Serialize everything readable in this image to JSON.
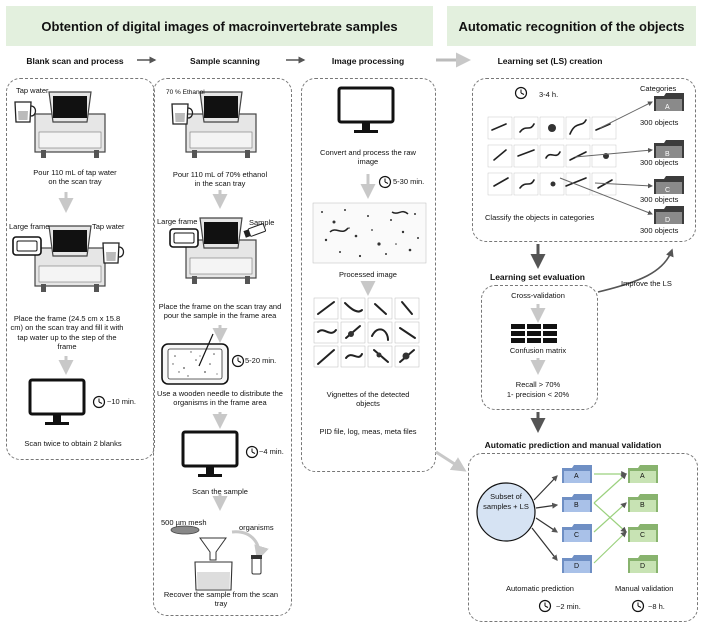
{
  "headers": {
    "left": "Obtention of digital images of macroinvertebrate samples",
    "right": "Automatic recognition of the objects"
  },
  "sections": {
    "blank": "Blank scan and process",
    "sample": "Sample scanning",
    "image": "Image processing",
    "ls_creation": "Learning set (LS) creation",
    "ls_eval": "Learning set evaluation",
    "auto_pred": "Automatic prediction and manual validation"
  },
  "blank": {
    "tap_water_1": "Tap water",
    "pour_text": "Pour 110 mL of tap water on the scan tray",
    "large_frame": "Large frame",
    "tap_water_2": "Tap water",
    "place_text": "Place the frame (24.5 cm x 15.8 cm) on the scan tray and fill it with tap water up to the step of the frame",
    "time": "~10 min.",
    "scan_text": "Scan twice to obtain 2 blanks"
  },
  "sample": {
    "ethanol_label": "70 % Ethanol",
    "pour_text": "Pour 110 mL of 70% ethanol in the scan tray",
    "large_frame": "Large frame",
    "sample_label": "Sample",
    "place_text": "Place the frame on the scan tray and pour the sample in the frame area",
    "time_distribute": "5-20 min.",
    "distribute_text": "Use a wooden needle to distribute the organisms in the frame area",
    "time_scan": "~4 min.",
    "scan_text": "Scan the sample",
    "mesh_label": "500 µm mesh",
    "organisms_label": "organisms",
    "recover_text": "Recover the sample from the scan tray"
  },
  "image": {
    "convert_text": "Convert and process the raw image",
    "time": "5-30 min.",
    "processed_text": "Processed image",
    "vignettes_text": "Vignettes of the detected objects",
    "files_text": "PID file, log, meas, meta files"
  },
  "ls": {
    "time": "3-4 h.",
    "categories": "Categories",
    "folders": [
      "A",
      "B",
      "C",
      "D"
    ],
    "counts": [
      "300 objects",
      "300 objects",
      "300 objects",
      "300 objects"
    ],
    "classify_text": "Classify the objects in categories"
  },
  "eval": {
    "cross_validation": "Cross-validation",
    "confusion": "Confusion matrix",
    "recall": "Recall > 70%",
    "precision": "1- precision < 20%",
    "improve": "Improve the LS"
  },
  "pred": {
    "subset": "Subset of samples + LS",
    "pred_folders": [
      "A",
      "B",
      "C",
      "D"
    ],
    "valid_folders": [
      "A",
      "B",
      "C",
      "D"
    ],
    "auto_label": "Automatic prediction",
    "manual_label": "Manual validation",
    "time_auto": "~2 min.",
    "time_manual": "~8 h."
  }
}
